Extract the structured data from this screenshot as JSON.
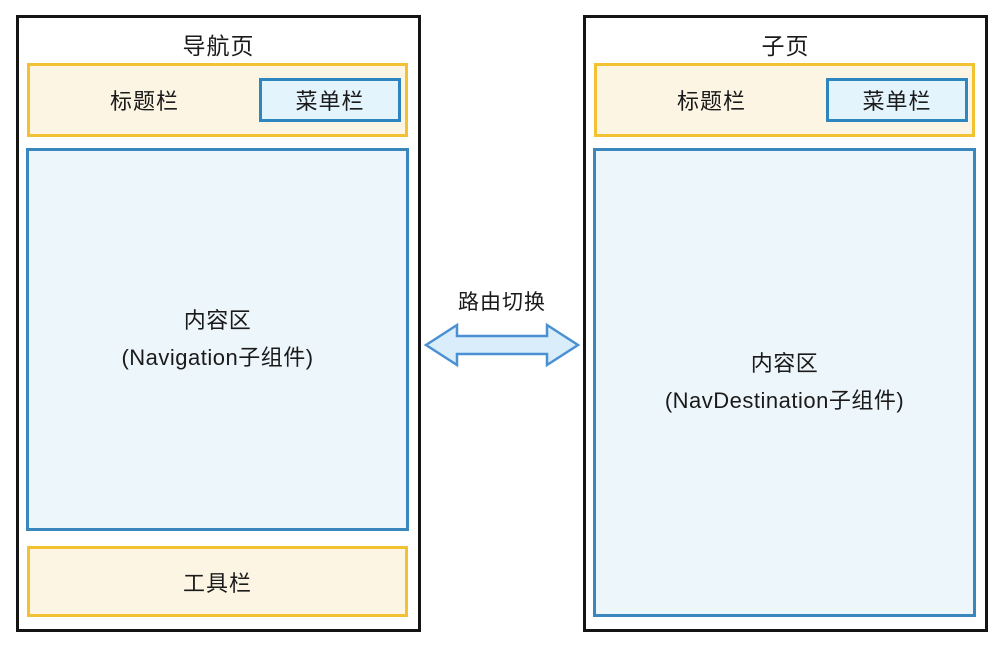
{
  "colors": {
    "panel_border": "#141414",
    "gold_border": "#F2C232",
    "cream_fill": "#FCF5E4",
    "menu_border": "#2E86C1",
    "menu_fill": "#E3F4FC",
    "content_border": "#3A87BE",
    "content_fill": "#EDF7FB",
    "arrow_fill": "#D9EDFA",
    "arrow_stroke": "#4A90D2"
  },
  "left_panel": {
    "title": "导航页",
    "title_bar": {
      "label": "标题栏",
      "menu_bar_label": "菜单栏"
    },
    "content_area": {
      "line1": "内容区",
      "line2": "(Navigation子组件)"
    },
    "toolbar_label": "工具栏"
  },
  "connector": {
    "label": "路由切换",
    "arrow_icon": "double-headed-horizontal-arrow"
  },
  "right_panel": {
    "title": "子页",
    "title_bar": {
      "label": "标题栏",
      "menu_bar_label": "菜单栏"
    },
    "content_area": {
      "line1": "内容区",
      "line2": "(NavDestination子组件)"
    }
  }
}
